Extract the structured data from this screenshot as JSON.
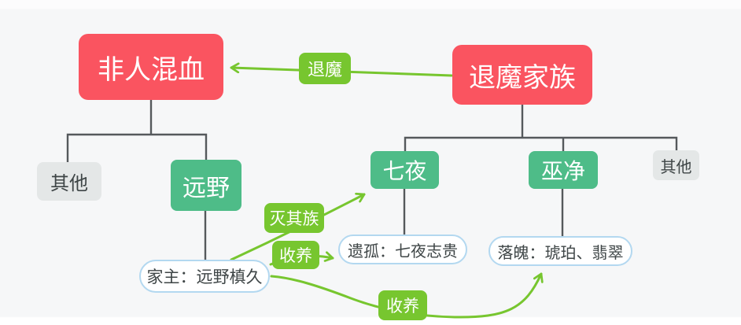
{
  "diagram": {
    "nodes": {
      "nonhuman": "非人混血",
      "taima_family": "退魔家族",
      "other_left": "其他",
      "tohno": "远野",
      "nanaya": "七夜",
      "fujou": "巫净",
      "other_right": "其他",
      "tohno_head": "家主：远野槙久",
      "nanaya_orphan": "遗孤：七夜志贵",
      "fujou_fallen": "落魄：琥珀、翡翠"
    },
    "relations": {
      "taima": "退魔",
      "exterminate": "灭其族",
      "adopt_top": "收养",
      "adopt_bottom": "收养"
    },
    "colors": {
      "root_red": "#fa5460",
      "branch_green": "#4ebc88",
      "relation_green": "#77c62f",
      "other_gray": "#e4e7e7",
      "pill_border_blue": "#b3d8f0",
      "connector_gray": "#55595c",
      "background": "#f6f7f8",
      "text_dark": "#3e4546"
    }
  }
}
